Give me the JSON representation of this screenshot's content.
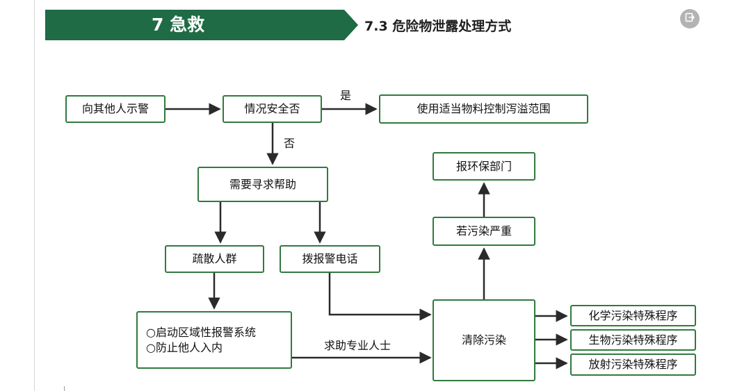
{
  "header": {
    "chapter": "7 急救",
    "section": "7.3 危险物泄露处理方式"
  },
  "icons": {
    "exit": "exit-icon"
  },
  "colors": {
    "header_bg": "#1e6b45",
    "node_border": "#2f7a3d",
    "arrow": "#2a2a2a"
  },
  "flowchart": {
    "nodes": {
      "warn_others": "向其他人示警",
      "is_safe": "情况安全否",
      "control_spill": "使用适当物料控制泻溢范围",
      "need_help": "需要寻求帮助",
      "evacuate": "疏散人群",
      "call_alarm": "拨报警电话",
      "alarm_system_lines": [
        "○启动区域性报警系统",
        "○防止他人入内"
      ],
      "report_env": "报环保部门",
      "if_serious": "若污染严重",
      "decontaminate": "清除污染",
      "chemical": "化学污染特殊程序",
      "biological": "生物污染特殊程序",
      "radioactive": "放射污染特殊程序"
    },
    "edge_labels": {
      "yes": "是",
      "no": "否",
      "seek_professionals": "求助专业人士"
    }
  }
}
